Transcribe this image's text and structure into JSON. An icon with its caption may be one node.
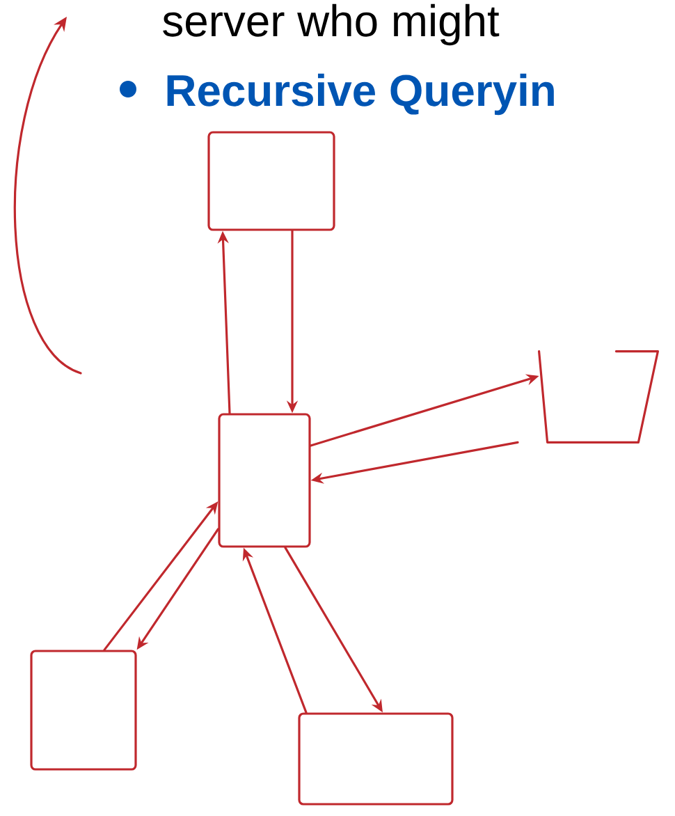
{
  "diagram": {
    "nodes": [
      {
        "text": [],
        "shape": "box"
      },
      {
        "text": [],
        "shape": "box"
      },
      {
        "text": [],
        "shape": "cup"
      },
      {
        "text": [],
        "shape": "box"
      },
      {
        "text": [],
        "shape": "box"
      }
    ],
    "edges": [
      {
        "from": 1,
        "to": 0,
        "arrow": "to"
      },
      {
        "from": 0,
        "to": 1,
        "arrow": "to"
      },
      {
        "from": 1,
        "to": 2,
        "arrow": "to"
      },
      {
        "from": 2,
        "to": 1,
        "arrow": "to"
      },
      {
        "from": 3,
        "to": 1,
        "arrow": "to"
      },
      {
        "from": 1,
        "to": 3,
        "arrow": "to"
      },
      {
        "from": 1,
        "to": 4,
        "arrow": "to"
      },
      {
        "from": 4,
        "to": 1,
        "arrow": "to"
      }
    ],
    "labels": [
      "server who might",
      "**Recursive Queryin**"
    ]
  }
}
